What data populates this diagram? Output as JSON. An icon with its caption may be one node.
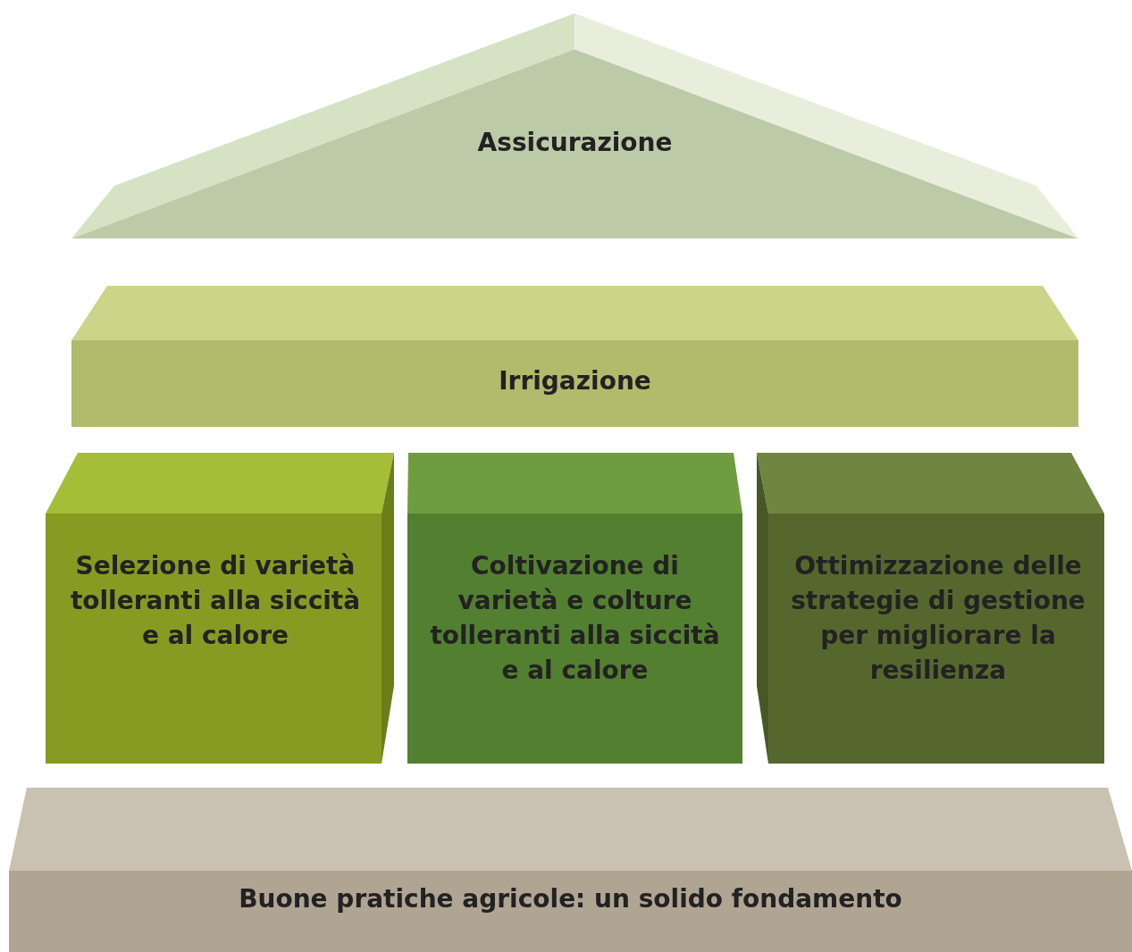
{
  "diagram": {
    "nodes": [
      {
        "text": [
          "Assicurazione"
        ]
      },
      {
        "text": [
          "Irrigazione"
        ]
      },
      {
        "text": [
          "Selezione di varietà tolleranti alla siccità e al calore"
        ]
      },
      {
        "text": [
          "Coltivazione di varietà e colture tolleranti alla siccità e al calore"
        ]
      },
      {
        "text": [
          "Ottimizzazione delle strategie di gestione per migliorare la resilienza"
        ]
      },
      {
        "text": [
          "Buone pratiche agricole: un solido fondamento"
        ]
      }
    ]
  }
}
